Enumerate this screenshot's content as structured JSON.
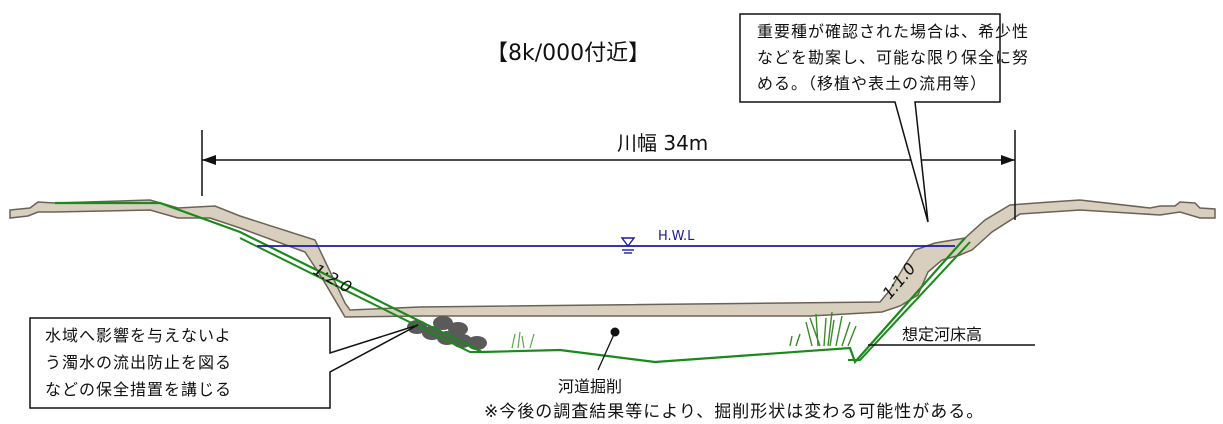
{
  "title": "【8k/000付近】",
  "river_width_label": "川幅 34m",
  "hwl_label": "H.W.L",
  "slope_left": "1:2.0",
  "slope_right": "1:1.0",
  "callout_right": [
    "重要種が確認された場合は、希少性",
    "などを勘案し、可能な限り保全に努",
    "める。（移植や表土の流用等）"
  ],
  "callout_left": [
    "水域へ影響を与えないよ",
    "う濁水の流出防止を図る",
    "などの保全措置を講じる"
  ],
  "planned_bed_label": "想定河床高",
  "excavation_label": "河道掘削",
  "footnote": "※今後の調査結果等により、掘削形状は変わる可能性がある。",
  "colors": {
    "ground": "#d8cfbe",
    "ground_edge": "#6b6257",
    "excavation": "#1a8a1a",
    "water": "#1a1aa8"
  }
}
